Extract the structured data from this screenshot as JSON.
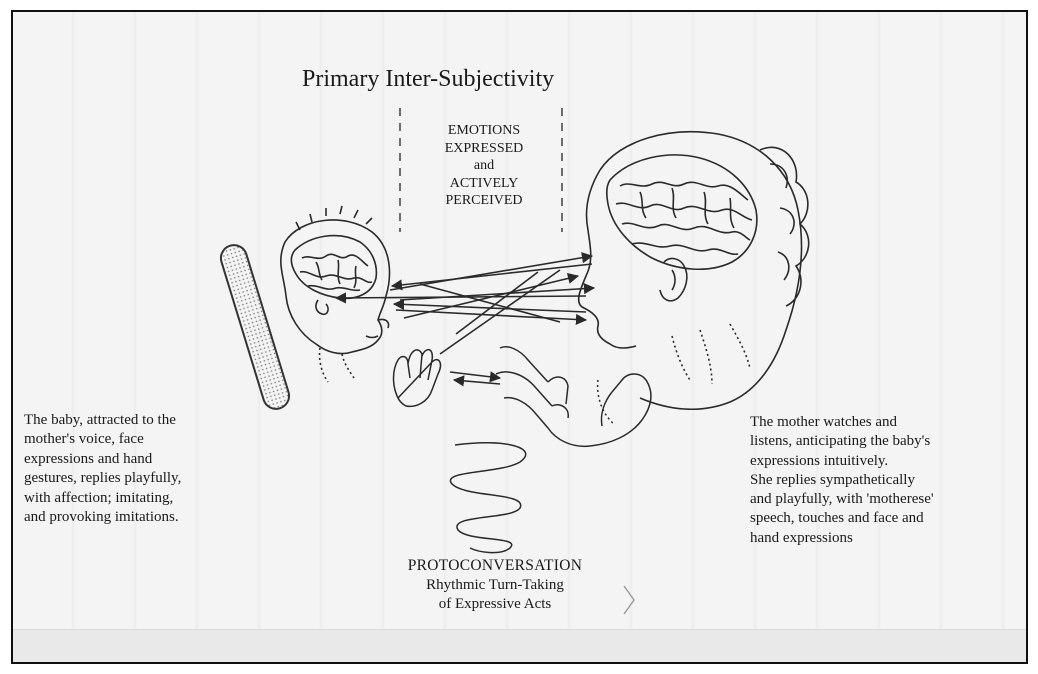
{
  "title": "Primary Inter-Subjectivity",
  "center_label": {
    "lines": [
      "EMOTIONS",
      "EXPRESSED",
      "and",
      "ACTIVELY",
      "PERCEIVED"
    ]
  },
  "left_caption": {
    "lines": [
      "The baby, attracted to the",
      "mother's voice, face",
      "expressions and hand",
      "gestures, replies playfully,",
      "with affection; imitating,",
      "and provoking imitations."
    ]
  },
  "right_caption": {
    "lines": [
      "The mother watches and",
      "listens, anticipating the baby's",
      "expressions intuitively.",
      "She replies sympathetically",
      "and playfully, with 'motherese'",
      "speech, touches and face and",
      "hand expressions"
    ]
  },
  "bottom_caption": {
    "heading": "PROTOCONVERSATION",
    "lines": [
      "Rhythmic Turn-Taking",
      "of Expressive Acts"
    ]
  },
  "colors": {
    "ink": "#1e1e1e",
    "paper": "#f2f2f2",
    "frame": "#111111"
  }
}
